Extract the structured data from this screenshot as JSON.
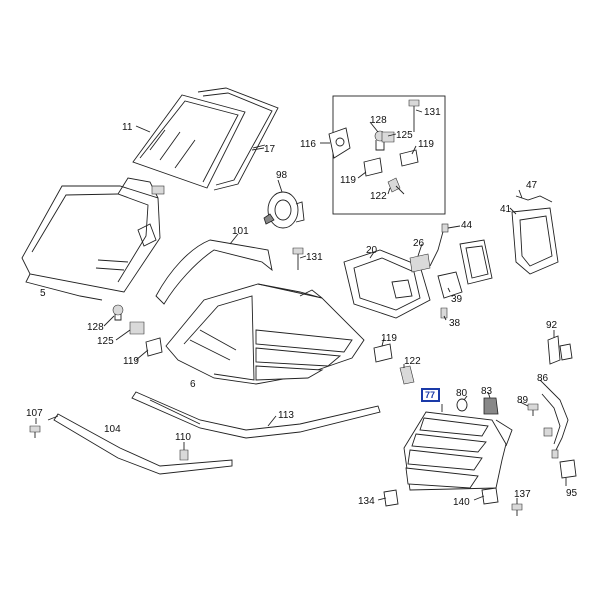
{
  "labels": {
    "l11": "11",
    "l17": "17",
    "l116": "116",
    "l128a": "128",
    "l125a": "125",
    "l131a": "131",
    "l119a": "119",
    "l119b": "119",
    "l122a": "122",
    "l98": "98",
    "l47": "47",
    "l41": "41",
    "l101": "101",
    "l131b": "131",
    "l44": "44",
    "l20": "20",
    "l26": "26",
    "l5": "5",
    "l128b": "128",
    "l125b": "125",
    "l119c": "119",
    "l6": "6",
    "l119d": "119",
    "l122b": "122",
    "l39": "39",
    "l38": "38",
    "l92": "92",
    "l86": "86",
    "l77": "77",
    "l80": "80",
    "l83": "83",
    "l89": "89",
    "l107": "107",
    "l104": "104",
    "l113": "113",
    "l110": "110",
    "l134": "134",
    "l140": "140",
    "l137": "137",
    "l95": "95"
  },
  "highlight": {
    "part": "77",
    "color": "#1a3aa8"
  }
}
